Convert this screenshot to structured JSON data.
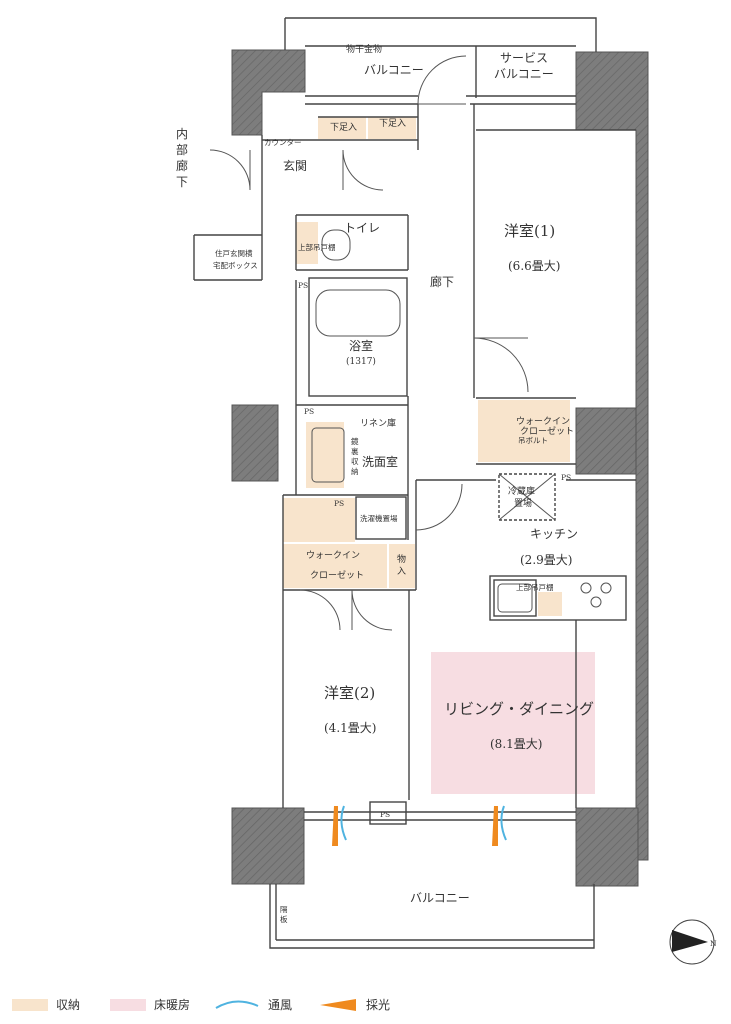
{
  "rooms": {
    "balcony_top": "バルコニー",
    "drying_rack": "物干金物",
    "service_balcony_1": "サービス",
    "service_balcony_2": "バルコニー",
    "counter": "カウンター",
    "shoe_1": "下足入",
    "shoe_2": "下足入",
    "entrance": "玄関",
    "inner_corridor": [
      "内",
      "部",
      "廊",
      "下"
    ],
    "delivery_box_1": "住戸玄関横",
    "delivery_box_2": "宅配ボックス",
    "toilet": "トイレ",
    "toilet_shelf": "上部吊戸棚",
    "ps_1": "PS",
    "ps_2": "PS",
    "ps_3": "PS",
    "ps_4": "PS",
    "ps_5": "PS",
    "bath": "浴室",
    "bath_size": "(1317)",
    "corridor": "廊下",
    "western1": "洋室(1)",
    "western1_size": "(6.6畳大)",
    "wic1_1": "ウォークイン",
    "wic1_2": "クローゼット",
    "hanger_bolt": "吊ボルト",
    "linen": "リネン庫",
    "mirror_storage": [
      "鏡",
      "裏",
      "収",
      "納"
    ],
    "washroom": "洗面室",
    "fridge_1": "冷蔵庫",
    "fridge_2": "置場",
    "washer": "洗濯機置場",
    "wic2_1": "ウォークイン",
    "wic2_2": "クローゼット",
    "storage": [
      "物",
      "入"
    ],
    "kitchen": "キッチン",
    "kitchen_size": "(2.9畳大)",
    "kitchen_shelf": "上部吊戸棚",
    "western2": "洋室(2)",
    "western2_size": "(4.1畳大)",
    "living": "リビング・ダイニング",
    "living_size": "(8.1畳大)",
    "balcony_bottom": "バルコニー",
    "partition": [
      "隔",
      "板"
    ]
  },
  "legend": [
    {
      "label": "収納",
      "color": "#f8e4cc"
    },
    {
      "label": "床暖房",
      "color": "#f7dde2"
    },
    {
      "label": "通風",
      "color": "#4fb3e0"
    },
    {
      "label": "採光",
      "color": "#ef8a1f"
    }
  ],
  "compass": "N",
  "colors": {
    "wall": "#8a8a8a",
    "storage": "#f8e4cc",
    "floor_heating": "#f7dde2",
    "line": "#444444"
  }
}
